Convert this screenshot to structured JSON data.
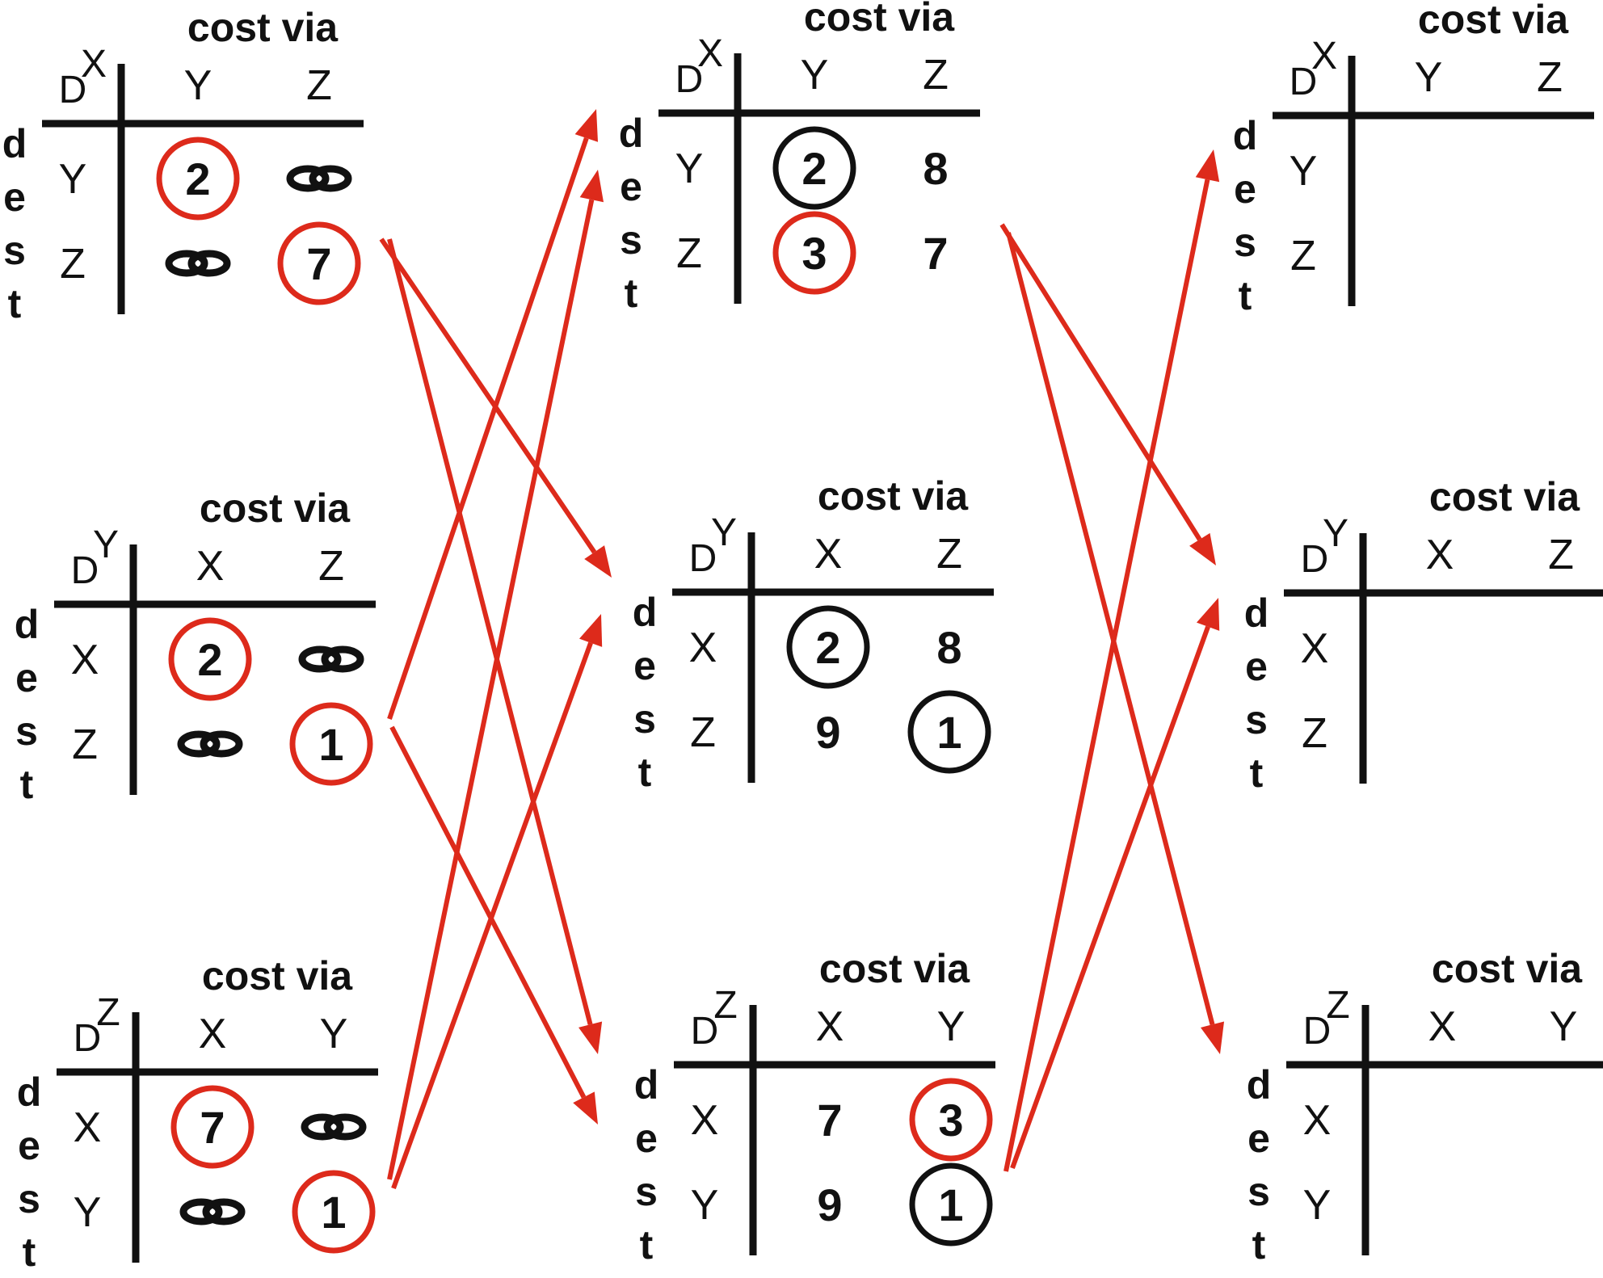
{
  "colors": {
    "arrow": "#dd2a1b",
    "ring_red": "#dd2a1b",
    "ring_black": "#111111",
    "ink": "#111111"
  },
  "labels": {
    "cost_via": "cost via",
    "distance": "D",
    "dest": [
      "d",
      "e",
      "s",
      "t"
    ]
  },
  "stages": [
    {
      "tables": [
        {
          "node": "X",
          "columns": [
            "Y",
            "Z"
          ],
          "rows": [
            {
              "dest": "Y",
              "cells": [
                {
                  "value": "2",
                  "circle": "red"
                },
                {
                  "value": "∞",
                  "infinity": true
                }
              ]
            },
            {
              "dest": "Z",
              "cells": [
                {
                  "value": "∞",
                  "infinity": true
                },
                {
                  "value": "7",
                  "circle": "red"
                }
              ]
            }
          ]
        },
        {
          "node": "Y",
          "columns": [
            "X",
            "Z"
          ],
          "rows": [
            {
              "dest": "X",
              "cells": [
                {
                  "value": "2",
                  "circle": "red"
                },
                {
                  "value": "∞",
                  "infinity": true
                }
              ]
            },
            {
              "dest": "Z",
              "cells": [
                {
                  "value": "∞",
                  "infinity": true
                },
                {
                  "value": "1",
                  "circle": "red"
                }
              ]
            }
          ]
        },
        {
          "node": "Z",
          "columns": [
            "X",
            "Y"
          ],
          "rows": [
            {
              "dest": "X",
              "cells": [
                {
                  "value": "7",
                  "circle": "red"
                },
                {
                  "value": "∞",
                  "infinity": true
                }
              ]
            },
            {
              "dest": "Y",
              "cells": [
                {
                  "value": "∞",
                  "infinity": true
                },
                {
                  "value": "1",
                  "circle": "red"
                }
              ]
            }
          ]
        }
      ]
    },
    {
      "tables": [
        {
          "node": "X",
          "columns": [
            "Y",
            "Z"
          ],
          "rows": [
            {
              "dest": "Y",
              "cells": [
                {
                  "value": "2",
                  "circle": "black"
                },
                {
                  "value": "8"
                }
              ]
            },
            {
              "dest": "Z",
              "cells": [
                {
                  "value": "3",
                  "circle": "red"
                },
                {
                  "value": "7"
                }
              ]
            }
          ]
        },
        {
          "node": "Y",
          "columns": [
            "X",
            "Z"
          ],
          "rows": [
            {
              "dest": "X",
              "cells": [
                {
                  "value": "2",
                  "circle": "black"
                },
                {
                  "value": "8"
                }
              ]
            },
            {
              "dest": "Z",
              "cells": [
                {
                  "value": "9"
                },
                {
                  "value": "1",
                  "circle": "black"
                }
              ]
            }
          ]
        },
        {
          "node": "Z",
          "columns": [
            "X",
            "Y"
          ],
          "rows": [
            {
              "dest": "X",
              "cells": [
                {
                  "value": "7"
                },
                {
                  "value": "3",
                  "circle": "red"
                }
              ]
            },
            {
              "dest": "Y",
              "cells": [
                {
                  "value": "9"
                },
                {
                  "value": "1",
                  "circle": "black"
                }
              ]
            }
          ]
        }
      ]
    },
    {
      "tables": [
        {
          "node": "X",
          "columns": [
            "Y",
            "Z"
          ],
          "rows": [
            {
              "dest": "Y",
              "cells": [
                {
                  "value": ""
                },
                {
                  "value": ""
                }
              ]
            },
            {
              "dest": "Z",
              "cells": [
                {
                  "value": ""
                },
                {
                  "value": ""
                }
              ]
            }
          ]
        },
        {
          "node": "Y",
          "columns": [
            "X",
            "Z"
          ],
          "rows": [
            {
              "dest": "X",
              "cells": [
                {
                  "value": ""
                },
                {
                  "value": ""
                }
              ]
            },
            {
              "dest": "Z",
              "cells": [
                {
                  "value": ""
                },
                {
                  "value": ""
                }
              ]
            }
          ]
        },
        {
          "node": "Z",
          "columns": [
            "X",
            "Y"
          ],
          "rows": [
            {
              "dest": "X",
              "cells": [
                {
                  "value": ""
                },
                {
                  "value": ""
                }
              ]
            },
            {
              "dest": "Y",
              "cells": [
                {
                  "value": ""
                },
                {
                  "value": ""
                }
              ]
            }
          ]
        }
      ]
    }
  ],
  "edges": [
    {
      "from": "stage1-X",
      "to": "stage2-Y"
    },
    {
      "from": "stage1-X",
      "to": "stage2-Z"
    },
    {
      "from": "stage1-Y",
      "to": "stage2-X"
    },
    {
      "from": "stage1-Y",
      "to": "stage2-Z"
    },
    {
      "from": "stage1-Z",
      "to": "stage2-X"
    },
    {
      "from": "stage1-Z",
      "to": "stage2-Y"
    },
    {
      "from": "stage2-X",
      "to": "stage3-Y"
    },
    {
      "from": "stage2-X",
      "to": "stage3-Z"
    },
    {
      "from": "stage2-Z",
      "to": "stage3-X"
    },
    {
      "from": "stage2-Z",
      "to": "stage3-Y"
    }
  ]
}
